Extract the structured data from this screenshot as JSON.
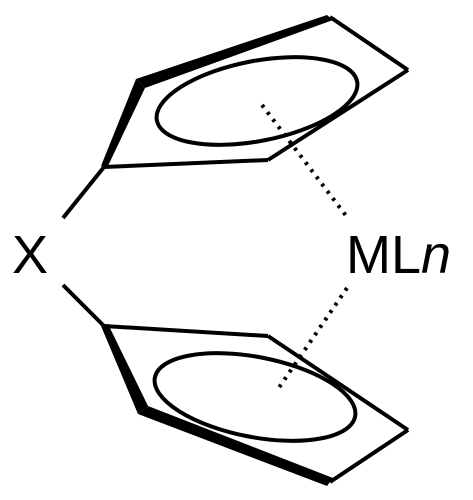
{
  "labels": {
    "bridge_atom": "X",
    "metal": "ML",
    "metal_subscript": "n"
  },
  "colors": {
    "ink": "#000000",
    "background": "#ffffff"
  }
}
